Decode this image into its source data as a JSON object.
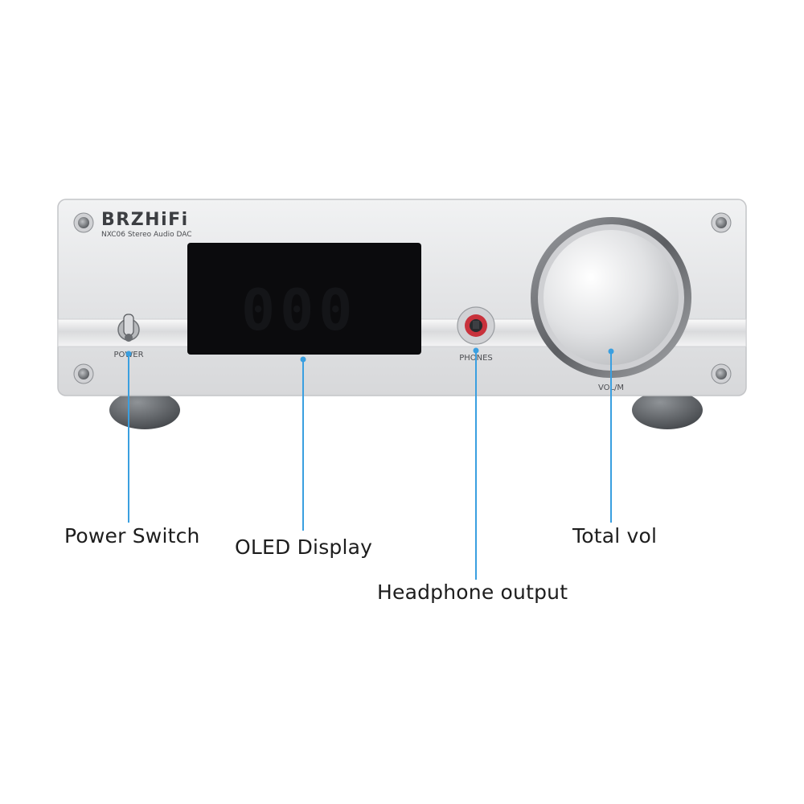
{
  "device": {
    "brand": "BRZHiFi",
    "model": "NXC06 Stereo Audio DAC",
    "panel_labels": {
      "power": "POWER",
      "phones": "PHONES",
      "volume": "VOL/M"
    },
    "display_digits": "000"
  },
  "callouts": {
    "power_switch": "Power Switch",
    "oled_display": "OLED Display",
    "headphone_output": "Headphone output",
    "total_vol": "Total vol"
  },
  "colors": {
    "leader_line": "#3a9fe0",
    "panel": "#e4e5e7",
    "display": "#0b0b0d",
    "jack_ring": "#c8323c"
  }
}
